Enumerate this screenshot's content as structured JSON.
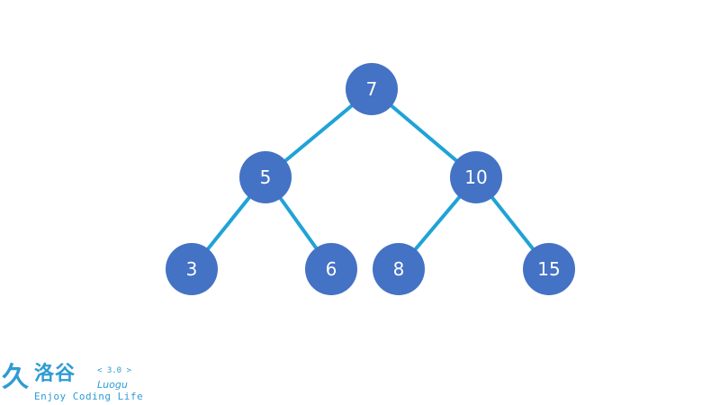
{
  "diagram": {
    "type": "binary-search-tree",
    "node_color": "#4472c4",
    "edge_color": "#1fa3d6",
    "label_color": "#ffffff",
    "nodes": [
      {
        "id": "n7",
        "label": "7"
      },
      {
        "id": "n5",
        "label": "5"
      },
      {
        "id": "n10",
        "label": "10"
      },
      {
        "id": "n3",
        "label": "3"
      },
      {
        "id": "n6",
        "label": "6"
      },
      {
        "id": "n8",
        "label": "8"
      },
      {
        "id": "n15",
        "label": "15"
      }
    ],
    "edges": [
      {
        "from": "n7",
        "to": "n5"
      },
      {
        "from": "n7",
        "to": "n10"
      },
      {
        "from": "n5",
        "to": "n3"
      },
      {
        "from": "n5",
        "to": "n6"
      },
      {
        "from": "n10",
        "to": "n8"
      },
      {
        "from": "n10",
        "to": "n15"
      }
    ]
  },
  "watermark": {
    "icon": "luogu-logo-icon",
    "name": "洛谷",
    "version": "< 3.0 >",
    "latin_name": "Luogu",
    "slogan": "Enjoy Coding Life",
    "color": "#2f9bd4"
  }
}
